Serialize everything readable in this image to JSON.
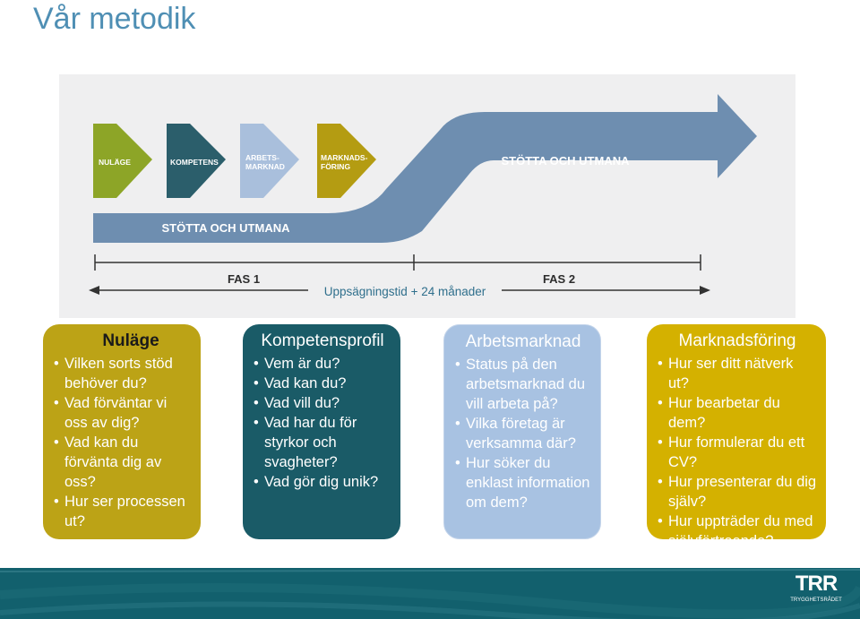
{
  "slide": {
    "title": "Vår metodik"
  },
  "diagram": {
    "steps": [
      {
        "label_line1": "NULÄGE",
        "label_line2": "",
        "color": "#8da527"
      },
      {
        "label_line1": "KOMPETENS",
        "label_line2": "",
        "color": "#2b5e6b"
      },
      {
        "label_line1": "ARBETS-",
        "label_line2": "MARKNAD",
        "color": "#a9bfdc"
      },
      {
        "label_line1": "MARKNADS-",
        "label_line2": "FÖRING",
        "color": "#b49c12"
      }
    ],
    "arrow_bottom_label": "STÖTTA OCH UTMANA",
    "arrow_top_label": "STÖTTA OCH UTMANA",
    "arrow_color": "#6e8eb0",
    "phase1": "FAS 1",
    "phase2": "FAS 2",
    "timeline_caption": "Uppsägningstid + 24 månader"
  },
  "cards": [
    {
      "title": "Nuläge",
      "color": "#bca316",
      "items": [
        "Vilken sorts stöd behöver du?",
        "Vad förväntar vi oss av dig?",
        "Vad kan du förvänta dig av oss?",
        "Hur ser processen ut?"
      ]
    },
    {
      "title": "Kompetensprofil",
      "color": "#1a5b67",
      "items": [
        "Vem är du?",
        "Vad kan du?",
        "Vad vill du?",
        "Vad har du för styrkor och svagheter?",
        "Vad gör dig unik?"
      ]
    },
    {
      "title": "Arbetsmarknad",
      "color": "#a8c2e2",
      "items": [
        "Status på den arbetsmarknad du vill arbeta på?",
        "Vilka företag är verksamma där?",
        "Hur söker du enklast information om dem?"
      ]
    },
    {
      "title": "Marknadsföring",
      "color": "#d4b100",
      "items": [
        "Hur ser ditt nätverk ut?",
        "Hur bearbetar du dem?",
        "Hur formulerar du ett CV?",
        "Hur presenterar du dig själv?",
        "Hur uppträder du med självförtroende?"
      ]
    }
  ],
  "footer": {
    "logo_text": "TRR",
    "logo_subtext": "TRYGGHETSRÅDET",
    "color": "#12606d"
  }
}
